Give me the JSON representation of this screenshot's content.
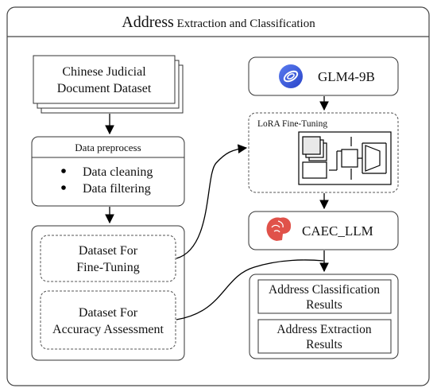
{
  "title": {
    "big": "Address",
    "rest": " Extraction and Classification"
  },
  "dataset": {
    "line1": "Chinese Judicial",
    "line2": "Document Dataset"
  },
  "preprocess": {
    "header": "Data preprocess",
    "items": [
      "Data cleaning",
      "Data filtering"
    ]
  },
  "datasets_group": {
    "finetune": {
      "line1": "Dataset For",
      "line2": "Fine-Tuning"
    },
    "assessment": {
      "line1": "Dataset For",
      "line2": "Accuracy Assessment"
    }
  },
  "glm": {
    "label": "GLM4-9B",
    "icon": "glm-logo-icon",
    "color": "#3a5de0"
  },
  "lora": {
    "label": "LoRA Fine-Tuning"
  },
  "caec": {
    "label": "CAEC_LLM",
    "icon": "brain-icon",
    "color": "#e0524a"
  },
  "results": {
    "classification": {
      "line1": "Address Classification",
      "line2": "Results"
    },
    "extraction": {
      "line1": "Address Extraction",
      "line2": "Results"
    }
  }
}
